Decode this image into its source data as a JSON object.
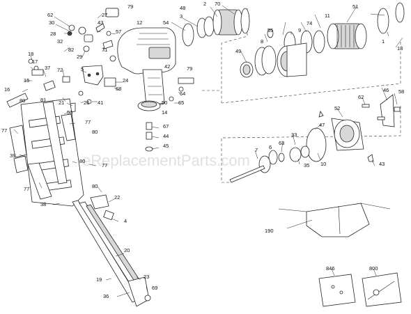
{
  "watermark": "eReplacementParts.com",
  "callouts": [
    {
      "id": "c27",
      "text": "27"
    },
    {
      "id": "c79a",
      "text": "79"
    },
    {
      "id": "c3",
      "text": "3"
    },
    {
      "id": "c2",
      "text": "2"
    },
    {
      "id": "c70",
      "text": "70"
    },
    {
      "id": "c62a",
      "text": "62"
    },
    {
      "id": "c30",
      "text": "30"
    },
    {
      "id": "c43a",
      "text": "43"
    },
    {
      "id": "c12",
      "text": "12"
    },
    {
      "id": "c48",
      "text": "48"
    },
    {
      "id": "c28",
      "text": "28"
    },
    {
      "id": "c57",
      "text": "57"
    },
    {
      "id": "c54",
      "text": "54"
    },
    {
      "id": "c32",
      "text": "32"
    },
    {
      "id": "c82",
      "text": "82"
    },
    {
      "id": "c29",
      "text": "29"
    },
    {
      "id": "c71",
      "text": "71"
    },
    {
      "id": "c18",
      "text": "18"
    },
    {
      "id": "c17",
      "text": "17"
    },
    {
      "id": "c37",
      "text": "37"
    },
    {
      "id": "c72",
      "text": "72"
    },
    {
      "id": "c5",
      "text": "5"
    },
    {
      "id": "c15",
      "text": "15"
    },
    {
      "id": "c42",
      "text": "42"
    },
    {
      "id": "c79b",
      "text": "79"
    },
    {
      "id": "c24",
      "text": "24"
    },
    {
      "id": "c68",
      "text": "68"
    },
    {
      "id": "c16",
      "text": "16"
    },
    {
      "id": "c21",
      "text": "21"
    },
    {
      "id": "c26",
      "text": "26"
    },
    {
      "id": "c41",
      "text": "41"
    },
    {
      "id": "c80a",
      "text": "80"
    },
    {
      "id": "c81",
      "text": "81"
    },
    {
      "id": "c56",
      "text": "56"
    },
    {
      "id": "c64",
      "text": "64"
    },
    {
      "id": "c65",
      "text": "65"
    },
    {
      "id": "c14",
      "text": "14"
    },
    {
      "id": "c77a",
      "text": "77"
    },
    {
      "id": "c77b",
      "text": "77"
    },
    {
      "id": "c80b",
      "text": "80"
    },
    {
      "id": "c67",
      "text": "67"
    },
    {
      "id": "c44",
      "text": "44"
    },
    {
      "id": "c45",
      "text": "45"
    },
    {
      "id": "c39",
      "text": "39"
    },
    {
      "id": "c80c",
      "text": "80"
    },
    {
      "id": "c77c",
      "text": "77"
    },
    {
      "id": "c77d",
      "text": "77"
    },
    {
      "id": "c80d",
      "text": "80"
    },
    {
      "id": "c22",
      "text": "22"
    },
    {
      "id": "c38",
      "text": "38"
    },
    {
      "id": "c4",
      "text": "4"
    },
    {
      "id": "c20",
      "text": "20"
    },
    {
      "id": "c19",
      "text": "19"
    },
    {
      "id": "c23",
      "text": "23"
    },
    {
      "id": "c36",
      "text": "36"
    },
    {
      "id": "c69",
      "text": "69"
    },
    {
      "id": "c50",
      "text": "50"
    },
    {
      "id": "c11",
      "text": "11"
    },
    {
      "id": "c51",
      "text": "51"
    },
    {
      "id": "c55",
      "text": "55"
    },
    {
      "id": "c74",
      "text": "74"
    },
    {
      "id": "c9",
      "text": "9"
    },
    {
      "id": "c8",
      "text": "8"
    },
    {
      "id": "c49",
      "text": "49"
    },
    {
      "id": "c1",
      "text": "1"
    },
    {
      "id": "c13",
      "text": "13"
    },
    {
      "id": "c46",
      "text": "46"
    },
    {
      "id": "c62b",
      "text": "62"
    },
    {
      "id": "c58",
      "text": "58"
    },
    {
      "id": "c52",
      "text": "52"
    },
    {
      "id": "c47",
      "text": "47"
    },
    {
      "id": "c33",
      "text": "33"
    },
    {
      "id": "c63",
      "text": "63"
    },
    {
      "id": "c6",
      "text": "6"
    },
    {
      "id": "c7",
      "text": "7"
    },
    {
      "id": "c35",
      "text": "35"
    },
    {
      "id": "c10",
      "text": "10"
    },
    {
      "id": "c43b",
      "text": "43"
    },
    {
      "id": "c190",
      "text": "190"
    },
    {
      "id": "c846",
      "text": "846"
    },
    {
      "id": "c800",
      "text": "800"
    }
  ]
}
